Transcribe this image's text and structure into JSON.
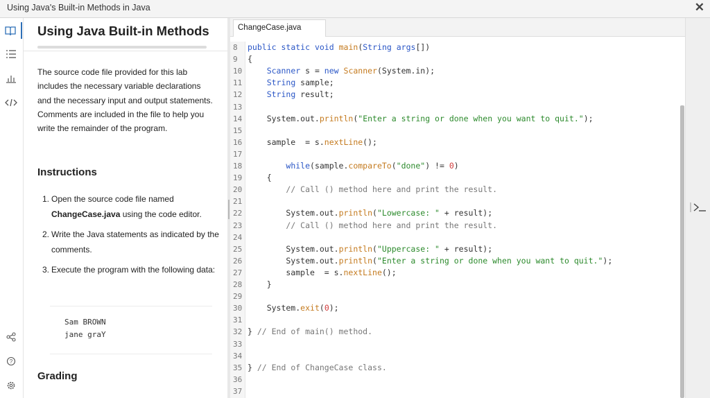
{
  "window": {
    "title": "Using Java's Built-in Methods in Java",
    "close_glyph": "✕"
  },
  "rail": {
    "icons": [
      "book-icon",
      "list-icon",
      "chart-icon",
      "code-icon",
      "share-icon",
      "help-icon",
      "settings-icon"
    ]
  },
  "instructions": {
    "heading": "Using Java Built-in Methods",
    "progress": 0,
    "intro": "The source code file provided for this lab includes the necessary variable declarations and the necessary input and output statements. Comments are included in the file to help you write the remainder of the program.",
    "instructions_heading": "Instructions",
    "steps": [
      {
        "num": "1.",
        "pre": "Open the source code file named ",
        "bold": "ChangeCase.java",
        "post": " using the code editor."
      },
      {
        "num": "2.",
        "pre": "Write the Java statements as indicated by the comments.",
        "bold": "",
        "post": ""
      },
      {
        "num": "3.",
        "pre": "Execute the program with the following data:",
        "bold": "",
        "post": ""
      }
    ],
    "data_lines": [
      "Sam BROWN",
      "jane graY"
    ],
    "grading_heading": "Grading"
  },
  "editor": {
    "tab_label": "ChangeCase.java",
    "lines": [
      {
        "n": "8",
        "html": "<span class=\"kw\">public</span> <span class=\"kw\">static</span> <span class=\"kw\">void</span> <span class=\"fn\">main</span>(<span class=\"kw\">String</span> <span class=\"kw\">args</span>[])"
      },
      {
        "n": "9",
        "html": "{"
      },
      {
        "n": "10",
        "html": "    <span class=\"kw\">Scanner</span> s = <span class=\"kw\">new</span> <span class=\"fn\">Scanner</span>(System.in);"
      },
      {
        "n": "11",
        "html": "    <span class=\"kw\">String</span> sample;"
      },
      {
        "n": "12",
        "html": "    <span class=\"kw\">String</span> result;"
      },
      {
        "n": "13",
        "html": ""
      },
      {
        "n": "14",
        "html": "    System.out.<span class=\"fn\">println</span>(<span class=\"str\">\"Enter a string or done when you want to quit.\"</span>);"
      },
      {
        "n": "15",
        "html": ""
      },
      {
        "n": "16",
        "html": "    sample  = s.<span class=\"fn\">nextLine</span>();"
      },
      {
        "n": "17",
        "html": ""
      },
      {
        "n": "18",
        "html": "        <span class=\"kw\">while</span>(sample.<span class=\"fn\">compareTo</span>(<span class=\"str\">\"done\"</span>) != <span class=\"numlit\">0</span>)"
      },
      {
        "n": "19",
        "html": "    {"
      },
      {
        "n": "20",
        "html": "        <span class=\"cm\">// Call () method here and print the result.</span>"
      },
      {
        "n": "21",
        "html": ""
      },
      {
        "n": "22",
        "html": "        System.out.<span class=\"fn\">println</span>(<span class=\"str\">\"Lowercase: \"</span> + result);"
      },
      {
        "n": "23",
        "html": "        <span class=\"cm\">// Call () method here and print the result.</span>"
      },
      {
        "n": "24",
        "html": ""
      },
      {
        "n": "25",
        "html": "        System.out.<span class=\"fn\">println</span>(<span class=\"str\">\"Uppercase: \"</span> + result);"
      },
      {
        "n": "26",
        "html": "        System.out.<span class=\"fn\">println</span>(<span class=\"str\">\"Enter a string or done when you want to quit.\"</span>);"
      },
      {
        "n": "27",
        "html": "        sample  = s.<span class=\"fn\">nextLine</span>();"
      },
      {
        "n": "28",
        "html": "    }"
      },
      {
        "n": "29",
        "html": ""
      },
      {
        "n": "30",
        "html": "    System.<span class=\"fn\">exit</span>(<span class=\"numlit\">0</span>);"
      },
      {
        "n": "31",
        "html": ""
      },
      {
        "n": "32",
        "html": "} <span class=\"cm\">// End of main() method.</span>"
      },
      {
        "n": "33",
        "html": ""
      },
      {
        "n": "34",
        "html": ""
      },
      {
        "n": "35",
        "html": "} <span class=\"cm\">// End of ChangeCase class.</span>"
      },
      {
        "n": "36",
        "html": ""
      },
      {
        "n": "37",
        "html": ""
      }
    ]
  },
  "terminal": {
    "icon": "terminal-icon",
    "glyph": ">_"
  }
}
